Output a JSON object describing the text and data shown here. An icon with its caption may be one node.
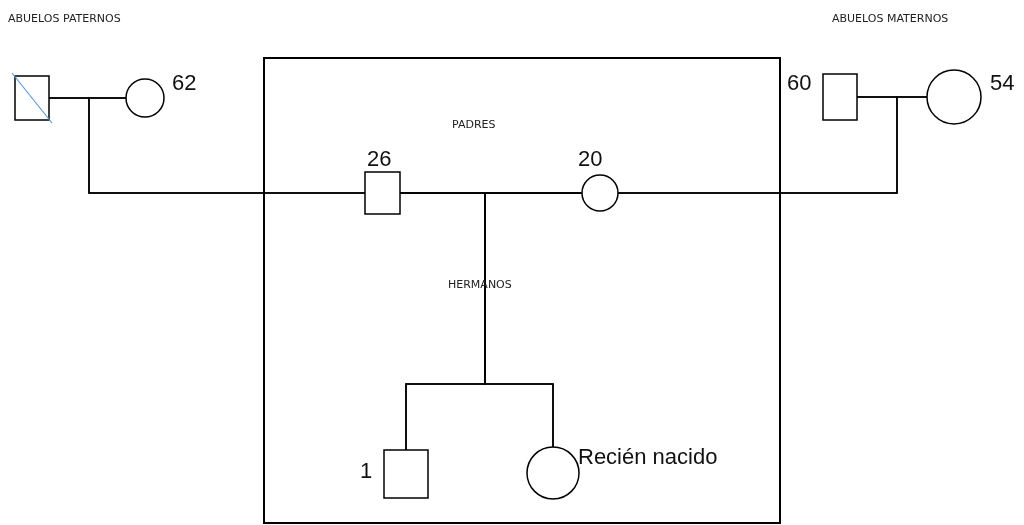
{
  "diagram": {
    "nodes": [
      {
        "text": [],
        "shape": "box"
      },
      {
        "text": [],
        "shape": "circle",
        "beside": [
          "62"
        ]
      },
      {
        "text": [],
        "shape": "box",
        "beside": [
          "60"
        ]
      },
      {
        "text": [],
        "shape": "circle",
        "beside": [
          "54"
        ]
      },
      {
        "text": [],
        "shape": "box",
        "beside": [
          "26"
        ]
      },
      {
        "text": [],
        "shape": "circle",
        "beside": [
          "20"
        ]
      },
      {
        "text": [],
        "shape": "box",
        "beside": [
          "1"
        ]
      },
      {
        "text": [],
        "shape": "circle",
        "beside": [
          "Recién nacido"
        ]
      }
    ],
    "edges": [
      {
        "from": 0,
        "to": 1,
        "arrow": "none"
      },
      {
        "from": 2,
        "to": 3,
        "arrow": "none"
      },
      {
        "from": 4,
        "to": 5,
        "arrow": "none"
      },
      {
        "from": 0,
        "to": 4,
        "arrow": "none"
      },
      {
        "from": 1,
        "to": 4,
        "arrow": "none"
      },
      {
        "from": 2,
        "to": 5,
        "arrow": "none"
      },
      {
        "from": 3,
        "to": 5,
        "arrow": "none"
      },
      {
        "from": 4,
        "to": 6,
        "arrow": "none"
      },
      {
        "from": 5,
        "to": 6,
        "arrow": "none"
      },
      {
        "from": 4,
        "to": 7,
        "arrow": "none"
      },
      {
        "from": 5,
        "to": 7,
        "arrow": "none"
      }
    ],
    "labels": [
      "ABUELOS PATERNOS",
      "ABUELOS MATERNOS",
      "PADRES",
      "HERMANOS"
    ]
  }
}
